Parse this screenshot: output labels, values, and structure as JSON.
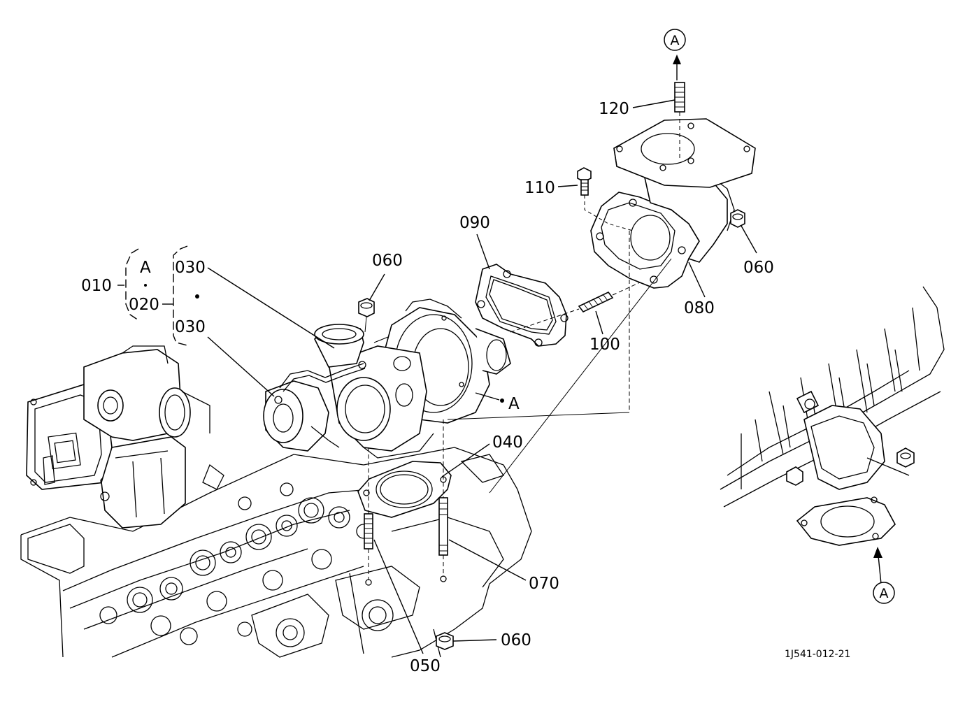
{
  "diagram": {
    "drawing_number": "1J541-012-21",
    "callouts": [
      {
        "id": "010",
        "text": "010"
      },
      {
        "id": "020",
        "text": "020"
      },
      {
        "id": "030a",
        "text": "030"
      },
      {
        "id": "030b",
        "text": "030"
      },
      {
        "id": "040",
        "text": "040"
      },
      {
        "id": "050",
        "text": "050"
      },
      {
        "id": "060a",
        "text": "060"
      },
      {
        "id": "060b",
        "text": "060"
      },
      {
        "id": "060c",
        "text": "060"
      },
      {
        "id": "070",
        "text": "070"
      },
      {
        "id": "080",
        "text": "080"
      },
      {
        "id": "090",
        "text": "090"
      },
      {
        "id": "100",
        "text": "100"
      },
      {
        "id": "110",
        "text": "110"
      },
      {
        "id": "120",
        "text": "120"
      }
    ],
    "ref_marks": {
      "bracket_a": "A",
      "turbo_a": "A",
      "circle_top": "A",
      "circle_bottom": "A"
    }
  }
}
